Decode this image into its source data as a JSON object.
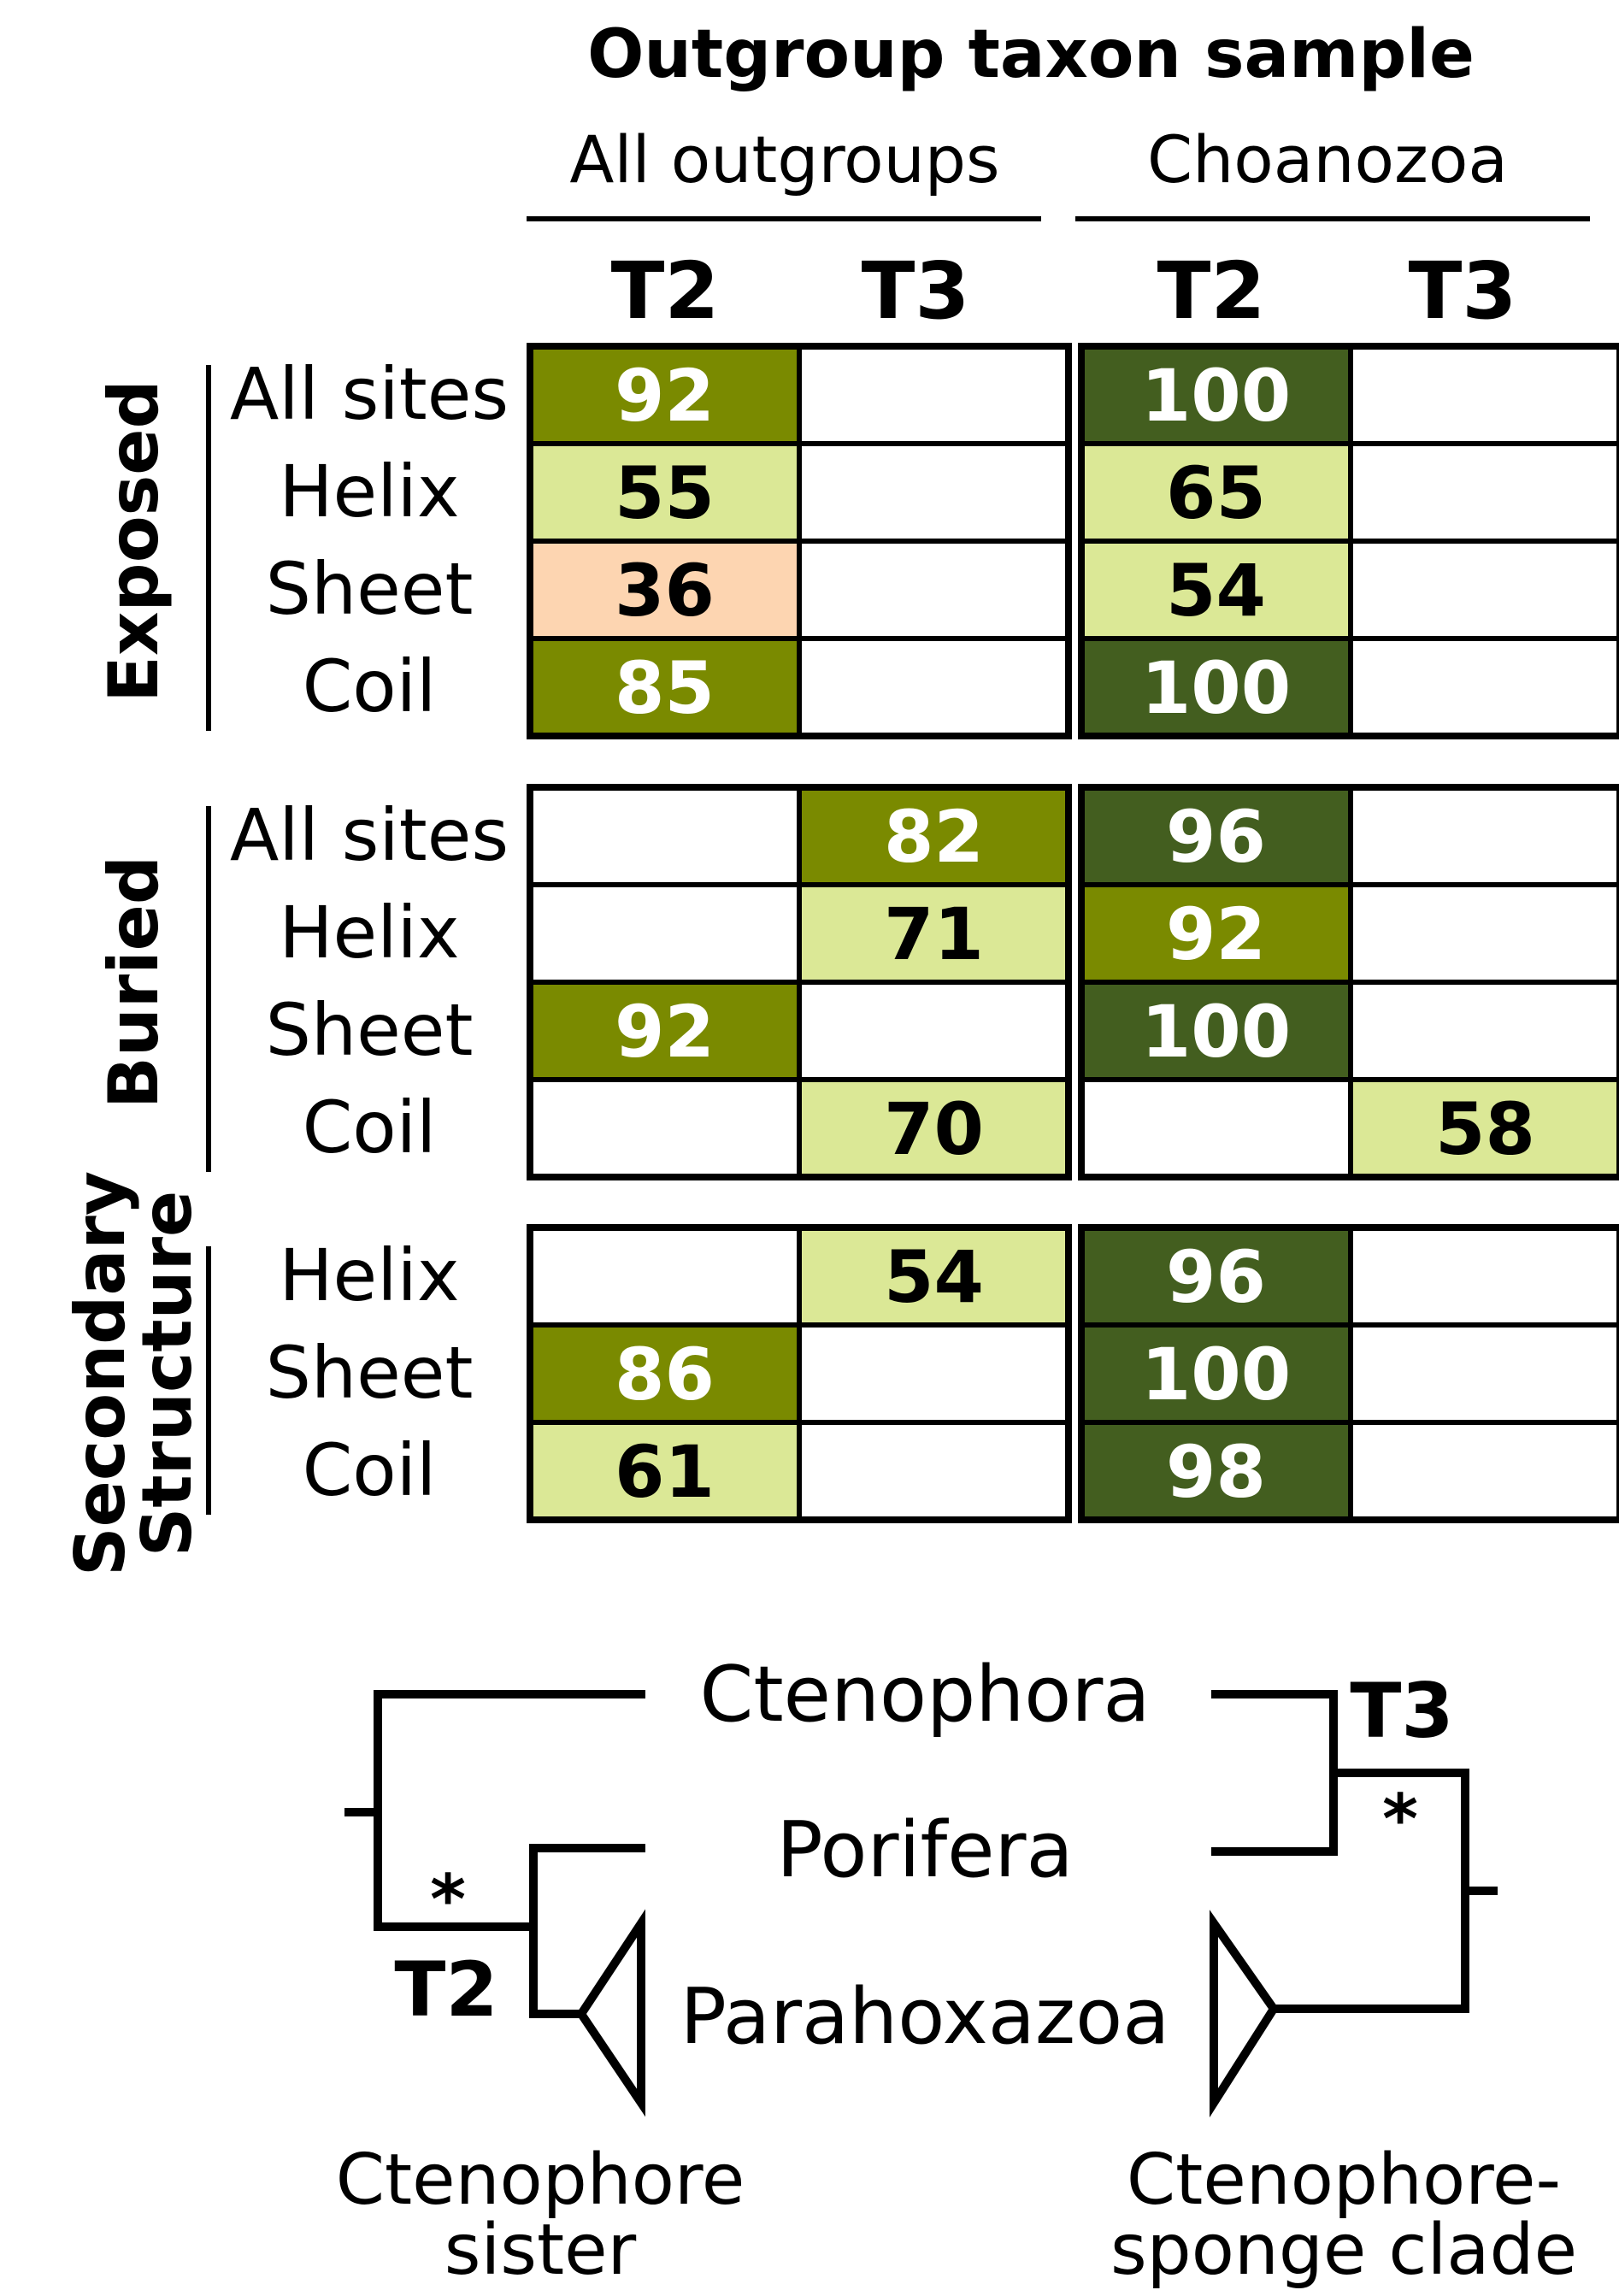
{
  "header": {
    "title": "Outgroup taxon sample",
    "groups": [
      "All outgroups",
      "Choanozoa"
    ],
    "columns": [
      "T2",
      "T3"
    ]
  },
  "legend_colors": {
    "empty": "#ffffff",
    "light_green": "#dbe896",
    "olive": "#7a8a00",
    "dark_green": "#435e1f",
    "peach": "#fdd5b1"
  },
  "sections": [
    {
      "label": "Exposed",
      "label_lines": [
        "Exposed"
      ],
      "rows": [
        {
          "label": "All sites",
          "cells": [
            {
              "v": "92",
              "c": "olive"
            },
            {
              "v": "",
              "c": "empty"
            },
            {
              "v": "100",
              "c": "dark_green"
            },
            {
              "v": "",
              "c": "empty"
            }
          ]
        },
        {
          "label": "Helix",
          "cells": [
            {
              "v": "55",
              "c": "light_green"
            },
            {
              "v": "",
              "c": "empty"
            },
            {
              "v": "65",
              "c": "light_green"
            },
            {
              "v": "",
              "c": "empty"
            }
          ]
        },
        {
          "label": "Sheet",
          "cells": [
            {
              "v": "36",
              "c": "peach"
            },
            {
              "v": "",
              "c": "empty"
            },
            {
              "v": "54",
              "c": "light_green"
            },
            {
              "v": "",
              "c": "empty"
            }
          ]
        },
        {
          "label": "Coil",
          "cells": [
            {
              "v": "85",
              "c": "olive"
            },
            {
              "v": "",
              "c": "empty"
            },
            {
              "v": "100",
              "c": "dark_green"
            },
            {
              "v": "",
              "c": "empty"
            }
          ]
        }
      ]
    },
    {
      "label": "Buried",
      "label_lines": [
        "Buried"
      ],
      "rows": [
        {
          "label": "All sites",
          "cells": [
            {
              "v": "",
              "c": "empty"
            },
            {
              "v": "82",
              "c": "olive"
            },
            {
              "v": "96",
              "c": "dark_green"
            },
            {
              "v": "",
              "c": "empty"
            }
          ]
        },
        {
          "label": "Helix",
          "cells": [
            {
              "v": "",
              "c": "empty"
            },
            {
              "v": "71",
              "c": "light_green"
            },
            {
              "v": "92",
              "c": "olive"
            },
            {
              "v": "",
              "c": "empty"
            }
          ]
        },
        {
          "label": "Sheet",
          "cells": [
            {
              "v": "92",
              "c": "olive"
            },
            {
              "v": "",
              "c": "empty"
            },
            {
              "v": "100",
              "c": "dark_green"
            },
            {
              "v": "",
              "c": "empty"
            }
          ]
        },
        {
          "label": "Coil",
          "cells": [
            {
              "v": "",
              "c": "empty"
            },
            {
              "v": "70",
              "c": "light_green"
            },
            {
              "v": "",
              "c": "empty"
            },
            {
              "v": "58",
              "c": "light_green"
            }
          ]
        }
      ]
    },
    {
      "label": "Secondary Structure",
      "label_lines": [
        "Secondary",
        "Structure"
      ],
      "rows": [
        {
          "label": "Helix",
          "cells": [
            {
              "v": "",
              "c": "empty"
            },
            {
              "v": "54",
              "c": "light_green"
            },
            {
              "v": "96",
              "c": "dark_green"
            },
            {
              "v": "",
              "c": "empty"
            }
          ]
        },
        {
          "label": "Sheet",
          "cells": [
            {
              "v": "86",
              "c": "olive"
            },
            {
              "v": "",
              "c": "empty"
            },
            {
              "v": "100",
              "c": "dark_green"
            },
            {
              "v": "",
              "c": "empty"
            }
          ]
        },
        {
          "label": "Coil",
          "cells": [
            {
              "v": "61",
              "c": "light_green"
            },
            {
              "v": "",
              "c": "empty"
            },
            {
              "v": "98",
              "c": "dark_green"
            },
            {
              "v": "",
              "c": "empty"
            }
          ]
        }
      ]
    }
  ],
  "trees": {
    "taxa": [
      "Ctenophora",
      "Porifera",
      "Parahoxazoa"
    ],
    "left": {
      "node_label": "T2",
      "support_mark": "*",
      "caption": [
        "Ctenophore",
        "sister"
      ]
    },
    "right": {
      "node_label": "T3",
      "support_mark": "*",
      "caption": [
        "Ctenophore-",
        "sponge clade"
      ]
    }
  }
}
